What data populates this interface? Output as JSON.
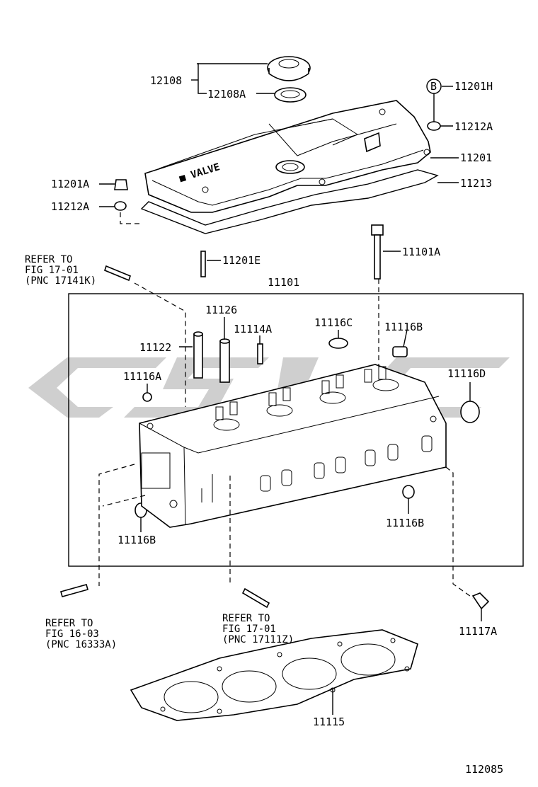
{
  "diagram_id": "112085",
  "watermark_color": "#c8c8c8",
  "line_color": "#000000",
  "labels": {
    "p12108": "12108",
    "p12108A": "12108A",
    "p11201H": "11201H",
    "b_marker": "B",
    "p11212A_top": "11212A",
    "p11201": "11201",
    "p11213": "11213",
    "p11201A": "11201A",
    "p11212A_left": "11212A",
    "p11201E": "11201E",
    "p11101A": "11101A",
    "p11101": "11101",
    "p11126": "11126",
    "p11114A": "11114A",
    "p11116C": "11116C",
    "p11116B_top": "11116B",
    "p11122": "11122",
    "p11116A": "11116A",
    "p11116D": "11116D",
    "p11116B_left": "11116B",
    "p11116B_right": "11116B",
    "p11117A": "11117A",
    "p11115": "11115"
  },
  "references": {
    "ref_top": {
      "line1": "REFER TO",
      "line2": "FIG 17-01",
      "line3": "(PNC 17141K)"
    },
    "ref_left": {
      "line1": "REFER TO",
      "line2": "FIG 16-03",
      "line3": "(PNC 16333A)"
    },
    "ref_mid": {
      "line1": "REFER TO",
      "line2": "FIG 17-01",
      "line3": "(PNC 17111Z)"
    }
  }
}
